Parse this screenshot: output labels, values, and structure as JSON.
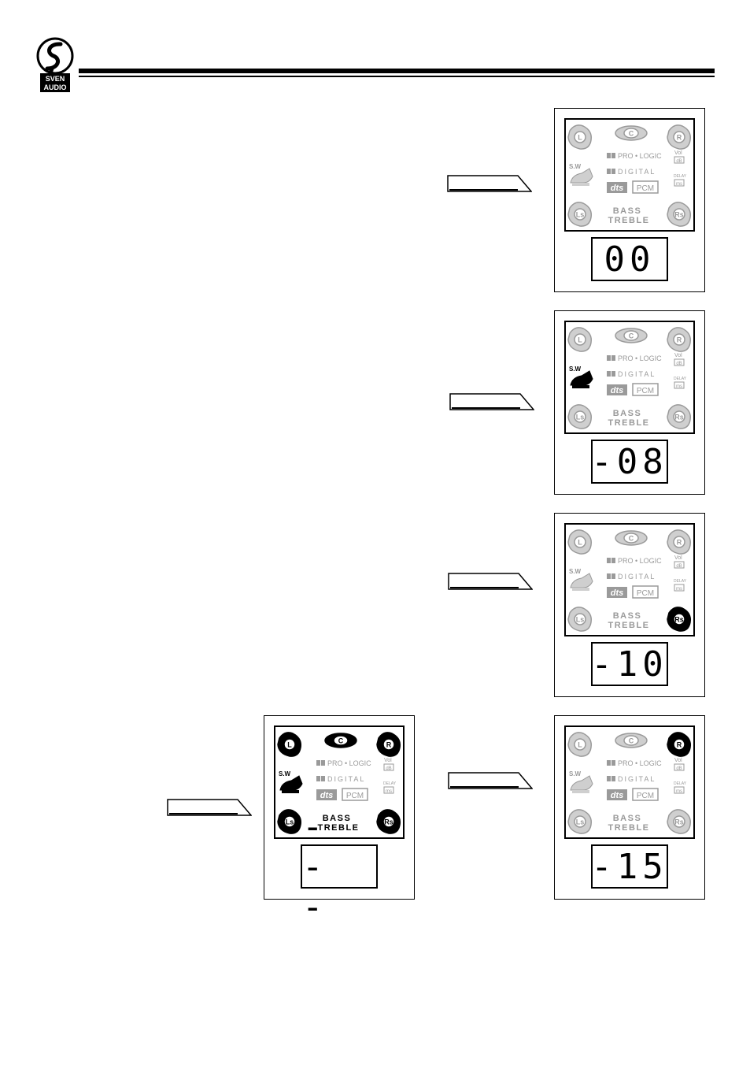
{
  "brand": {
    "logo_text_1": "SVEN",
    "logo_text_2": "AUDIO"
  },
  "lcd_labels": {
    "left": "L",
    "center": "C",
    "right": "R",
    "subwoofer": "S.W",
    "left_surround": "Ls",
    "right_surround": "Rs",
    "pro_logic": "PRO • LOGIC",
    "digital": "DIGITAL",
    "dts": "dts",
    "pcm": "PCM",
    "vol": "Vol",
    "db": "dB",
    "delay": "DELAY",
    "ms": "ms",
    "bass": "BASS",
    "treble": "TREBLE"
  },
  "panels": [
    {
      "readout": "00",
      "highlight": []
    },
    {
      "readout": "-08",
      "highlight": [
        "subwoofer"
      ]
    },
    {
      "readout": "-10",
      "highlight": [
        "right_surround"
      ]
    },
    {
      "readout": "- - -",
      "highlight": [
        "left",
        "center",
        "right",
        "subwoofer",
        "left_surround",
        "right_surround",
        "bass_treble"
      ]
    },
    {
      "readout": "-15",
      "highlight": [
        "right"
      ]
    }
  ],
  "colors": {
    "ink": "#000000",
    "dim": "#9a9a9a",
    "paper": "#ffffff"
  }
}
